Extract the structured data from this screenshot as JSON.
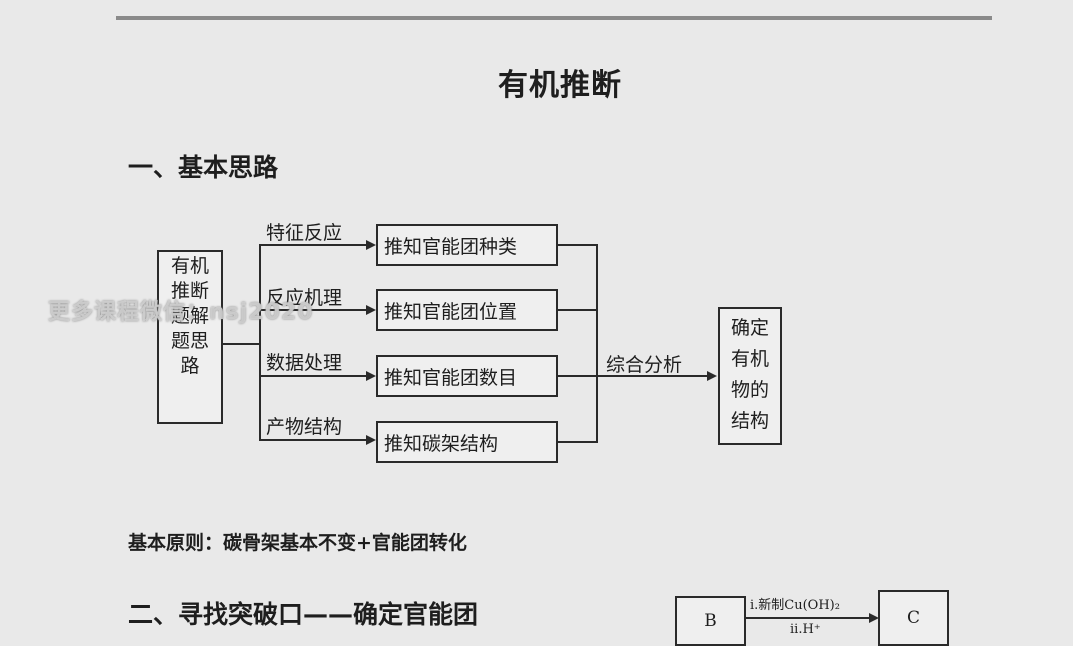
{
  "title": "有机推断",
  "section1": "一、基本思路",
  "left_box": [
    "有机",
    "推断",
    "题解",
    "题思",
    "路"
  ],
  "branches": [
    {
      "label": "特征反应",
      "result": "推知官能团种类"
    },
    {
      "label": "反应机理",
      "result": "推知官能团位置"
    },
    {
      "label": "数据处理",
      "result": "推知官能团数目"
    },
    {
      "label": "产物结构",
      "result": "推知碳架结构"
    }
  ],
  "merge_label": "综合分析",
  "right_box": [
    "确定",
    "有机",
    "物的",
    "结构"
  ],
  "principle": "基本原则：碳骨架基本不变+官能团转化",
  "section2": "二、寻找突破口——确定官能团",
  "watermark": "更多课程微信：nsj2020",
  "reaction": {
    "from": "B",
    "to": "C",
    "condition": "i.新制Cu(OH)₂",
    "condition2": "ii.H⁺"
  }
}
